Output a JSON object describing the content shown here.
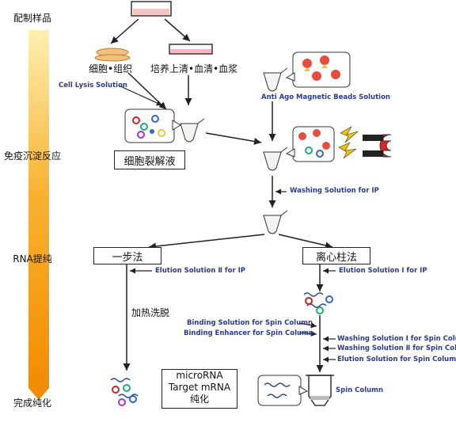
{
  "stages": [
    "配制样品",
    "免疫沉淀反应",
    "RNA提纯",
    "完成纯化"
  ],
  "samples": {
    "left": "细胞•组织",
    "right": "培养上清•血清•血浆"
  },
  "reagents": {
    "cell_lysis": "Cell Lysis Solution",
    "ago_beads": "Anti Ago Magnetic Beads Solution",
    "washing_ip": "Washing Solution for IP",
    "elution2": "Elution Solution Ⅱ for IP",
    "elution1": "Elution Solution Ⅰ for IP",
    "binding": "Binding Solution for Spin Column",
    "binding_enhancer": "Binding Enhancer for Spin Column",
    "washing1": "Washing Solution Ⅰ for Spin Column",
    "washing2": "Washing Solution Ⅱ for Spin Column",
    "elution_spin": "Elution Solution for Spin Column",
    "spin_column": "Spin Column"
  },
  "lysate_label": "细胞裂解液",
  "method_onestep": "一步法",
  "method_column": "离心柱法",
  "heat_elution": "加热洗脱",
  "final": {
    "line1": "microRNA",
    "line2": "Target mRNA",
    "line3": "纯化"
  },
  "colors": {
    "progress_top": "#fdf0b0",
    "progress_mid": "#f9b233",
    "progress_bottom": "#f28c00",
    "reagent_text": "#2b3a8c",
    "magnet_red": "#e8211c"
  }
}
